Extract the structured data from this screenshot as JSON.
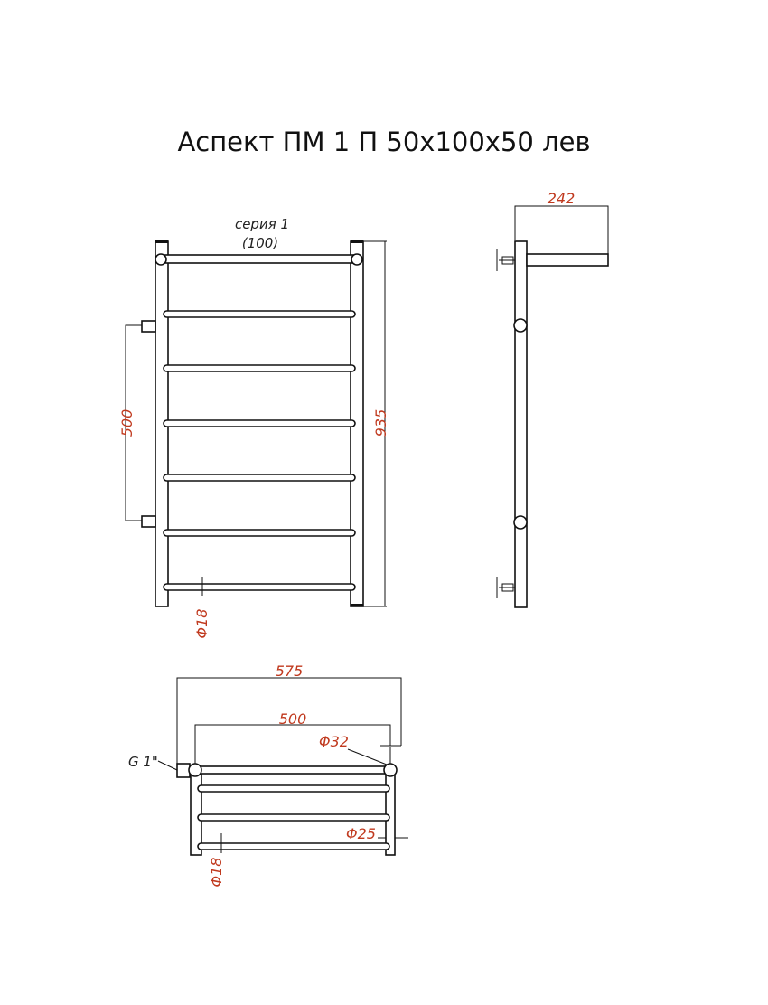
{
  "title": "Аспект ПМ 1 П 50х100х50 лев",
  "front_view": {
    "series_label": "серия 1",
    "series_value": "(100)",
    "dim_connection": "500",
    "dim_height": "935",
    "dim_rung_diameter": "Φ18",
    "rung_count": 7
  },
  "side_view": {
    "dim_depth": "242"
  },
  "top_view": {
    "dim_width": "575",
    "dim_connection": "500",
    "dim_post_outer": "Φ32",
    "dim_post": "Φ25",
    "dim_rung": "Φ18",
    "thread_label": "G 1\""
  },
  "colors": {
    "dimension": "#c0391e",
    "line": "#111111"
  }
}
